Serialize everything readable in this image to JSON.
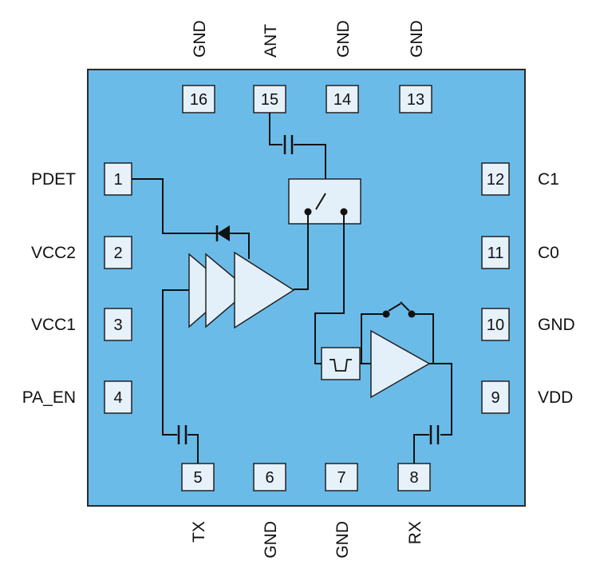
{
  "colors": {
    "package_fill": "#6bbbe9",
    "package_stroke": "#2b2b2b",
    "pad_fill": "#e6f1fa",
    "component_fill": "#e3f0fa",
    "line": "#111111"
  },
  "pins": [
    {
      "number": "1",
      "signal": "PDET"
    },
    {
      "number": "2",
      "signal": "VCC2"
    },
    {
      "number": "3",
      "signal": "VCC1"
    },
    {
      "number": "4",
      "signal": "PA_EN"
    },
    {
      "number": "5",
      "signal": "TX"
    },
    {
      "number": "6",
      "signal": "GND"
    },
    {
      "number": "7",
      "signal": "GND"
    },
    {
      "number": "8",
      "signal": "RX"
    },
    {
      "number": "9",
      "signal": "VDD"
    },
    {
      "number": "10",
      "signal": "GND"
    },
    {
      "number": "11",
      "signal": "C0"
    },
    {
      "number": "12",
      "signal": "C1"
    },
    {
      "number": "13",
      "signal": "GND"
    },
    {
      "number": "14",
      "signal": "GND"
    },
    {
      "number": "15",
      "signal": "ANT"
    },
    {
      "number": "16",
      "signal": "GND"
    }
  ]
}
